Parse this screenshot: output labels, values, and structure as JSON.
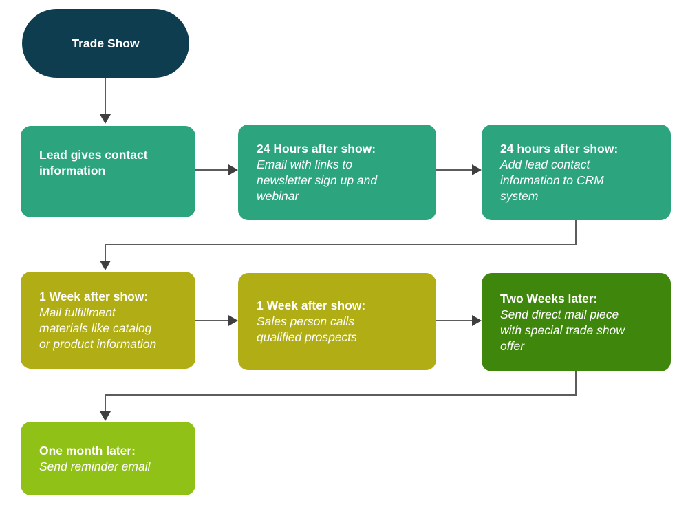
{
  "page": {
    "background": "#ffffff"
  },
  "palette": {
    "dark_teal": "#0e3d50",
    "teal": "#2ca57e",
    "olive": "#b1ae15",
    "forest_green": "#3f870c",
    "lime": "#90c116",
    "connector_line": "#5c5c5c",
    "arrowhead": "#3f3f3f",
    "node_text": "#ffffff"
  },
  "nodes": {
    "trade_show": {
      "label": "Trade Show",
      "color": "#0e3d50"
    },
    "lead_contact": {
      "heading": "Lead gives contact\ninformation",
      "color": "#2ca57e"
    },
    "email_links": {
      "heading": "24 Hours after show:",
      "body": "Email with links to\nnewsletter sign up and\nwebinar",
      "color": "#2ca57e"
    },
    "crm": {
      "heading": "24 hours after show:",
      "body": "Add lead contact\ninformation to CRM\nsystem",
      "color": "#2ca57e"
    },
    "mail_fulfillment": {
      "heading": "1 Week after show:",
      "body": "Mail fulfillment\nmaterials like catalog\nor product information",
      "color": "#b1ae15"
    },
    "sales_calls": {
      "heading": "1 Week after show:",
      "body": "Sales person calls\nqualified prospects",
      "color": "#b1ae15"
    },
    "direct_mail": {
      "heading": "Two Weeks later:",
      "body": "Send direct mail piece\nwith special trade show\noffer",
      "color": "#3f870c"
    },
    "reminder": {
      "heading": "One month later:",
      "body": "Send reminder email",
      "color": "#90c116"
    }
  },
  "edges": [
    {
      "from": "trade_show",
      "to": "lead_contact"
    },
    {
      "from": "lead_contact",
      "to": "email_links"
    },
    {
      "from": "email_links",
      "to": "crm"
    },
    {
      "from": "crm",
      "to": "mail_fulfillment"
    },
    {
      "from": "mail_fulfillment",
      "to": "sales_calls"
    },
    {
      "from": "sales_calls",
      "to": "direct_mail"
    },
    {
      "from": "direct_mail",
      "to": "reminder"
    }
  ]
}
